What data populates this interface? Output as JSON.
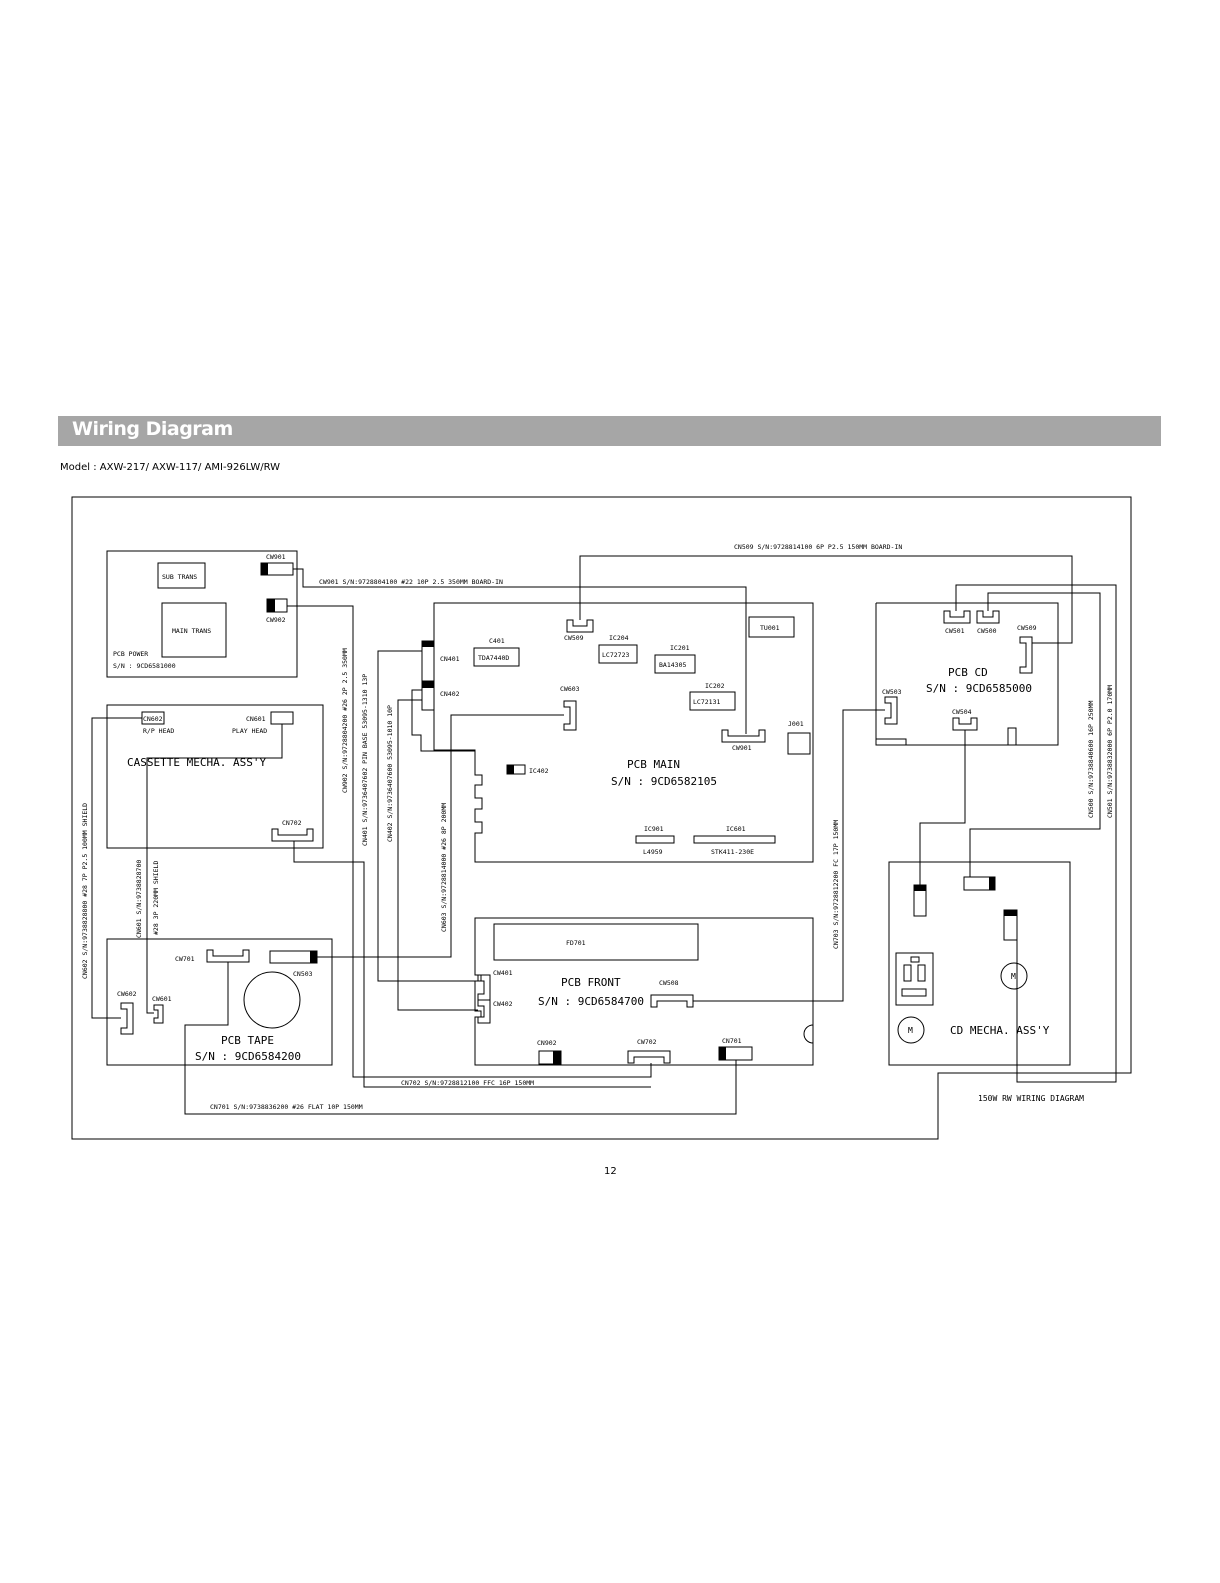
{
  "header": {
    "title": "Wiring Diagram",
    "model": "Model : AXW-217/ AXW-117/ AMI-926LW/RW"
  },
  "footer": {
    "page_number": "12",
    "diagram_title": "150W RW WIRING DIAGRAM"
  },
  "colors": {
    "banner": "#a6a6a6",
    "line": "#000000"
  },
  "boards": {
    "pcb_power": {
      "name": "PCB POWER",
      "sn": "S/N : 9CD6581000",
      "sub_trans": "SUB TRANS",
      "main_trans": "MAIN TRANS",
      "cw901": "CW901",
      "cw902": "CW902"
    },
    "cassette": {
      "name": "CASSETTE MECHA. ASS'Y",
      "cn602": "CN602",
      "rp_head": "R/P HEAD",
      "cn601": "CN601",
      "play_head": "PLAY HEAD",
      "cn702": "CN702"
    },
    "pcb_tape": {
      "name": "PCB TAPE",
      "sn": "S/N : 9CD6584200",
      "cw701": "CW701",
      "cn503": "CN503",
      "cw602": "CW602",
      "cw601": "CW601"
    },
    "pcb_main": {
      "name": "PCB MAIN",
      "sn": "S/N : 9CD6582105",
      "c401": "C401",
      "tda": "TDA7440D",
      "cn401": "CN401",
      "cn402": "CN402",
      "cw509": "CW509",
      "ic204": "IC204",
      "lc72723": "LC72723",
      "ic201": "IC201",
      "ba14305": "BA14305",
      "ic202": "IC202",
      "lc72131": "LC72131",
      "tu001": "TU001",
      "cw603": "CW603",
      "cw901": "CW901",
      "j001": "J001",
      "ic402": "IC402",
      "ic901": "IC901",
      "l4959": "L4959",
      "ic601": "IC601",
      "stk": "STK411-230E"
    },
    "pcb_front": {
      "name": "PCB FRONT",
      "sn": "S/N : 9CD6584700",
      "fd701": "FD701",
      "cw401": "CW401",
      "cw402": "CW402",
      "cw508": "CW508",
      "cn902": "CN902",
      "cw702": "CW702",
      "cn701": "CN701"
    },
    "pcb_cd": {
      "name": "PCB CD",
      "sn": "S/N : 9CD6585000",
      "cw501": "CW501",
      "cw500": "CW500",
      "cw509": "CW509",
      "cw503": "CW503",
      "cw504": "CW504"
    },
    "cd_mecha": {
      "name": "CD MECHA. ASS'Y",
      "motor": "M"
    }
  },
  "cables": {
    "cn509": "CN509 S/N:9728814100 6P P2.5 150MM BOARD-IN",
    "cw901": "CW901 S/N:9728804100 #22 10P 2.5 350MM BOARD-IN",
    "cw902": "CW902 S/N:9728804200 #26 2P 2.5 350MM",
    "cn401": "CN401 S/N:9736407602 PIN BASE 53095-1310 13P",
    "cn402": "CN402 S/N:9736407600 53095-1010 10P",
    "cn603": "CN603 S/N:9728814000 #26 8P 200MM",
    "cn602": "CN602 S/N:9738828800 #28 7P P2.5 100MM SHIELD",
    "cn601": "CN601 S/N:9738828700",
    "cn601b": "#28 3P 220MM SHIELD",
    "cn703": "CN703 S/N:9728812200 FC 17P 150MM",
    "cn500": "CN500 S/N:9738840600 16P 250MM",
    "cn501": "CN501 S/N:9738832000 6P P2.0 170MM",
    "cn702": "CN702 S/N:9728812100 FFC 16P 150MM",
    "cn701": "CN701 S/N:9738836200 #26 FLAT 10P 150MM"
  }
}
